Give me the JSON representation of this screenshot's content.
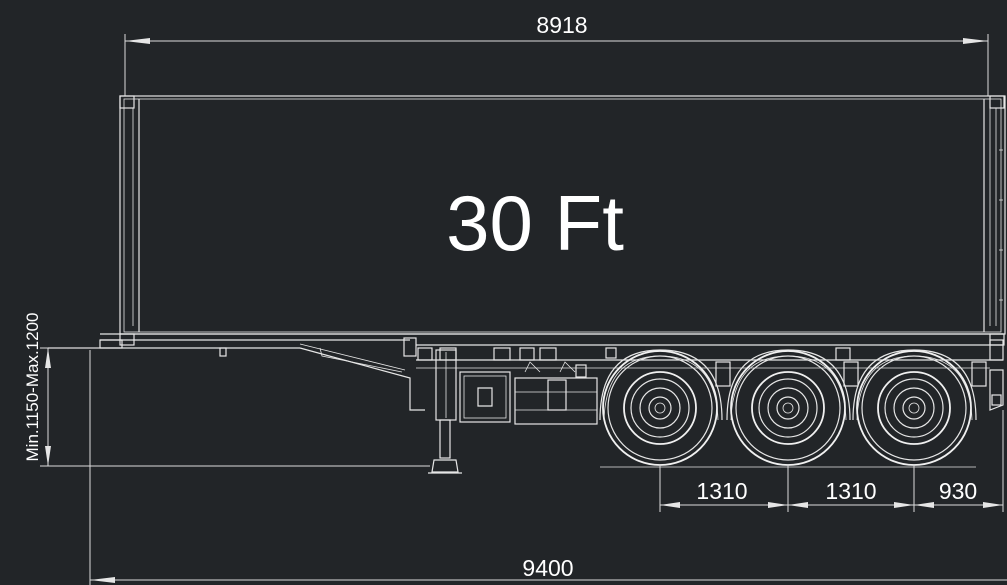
{
  "container": {
    "label": "30 Ft"
  },
  "dimensions": {
    "container_length": "8918",
    "overall_length": "9400",
    "axle_spacing_1": "1310",
    "axle_spacing_2": "1310",
    "rear_overhang": "930",
    "fifth_wheel_height": "Min.1150-Max.1200"
  },
  "colors": {
    "background": "#222528",
    "line": "#e6e6e6",
    "text": "#ffffff"
  }
}
